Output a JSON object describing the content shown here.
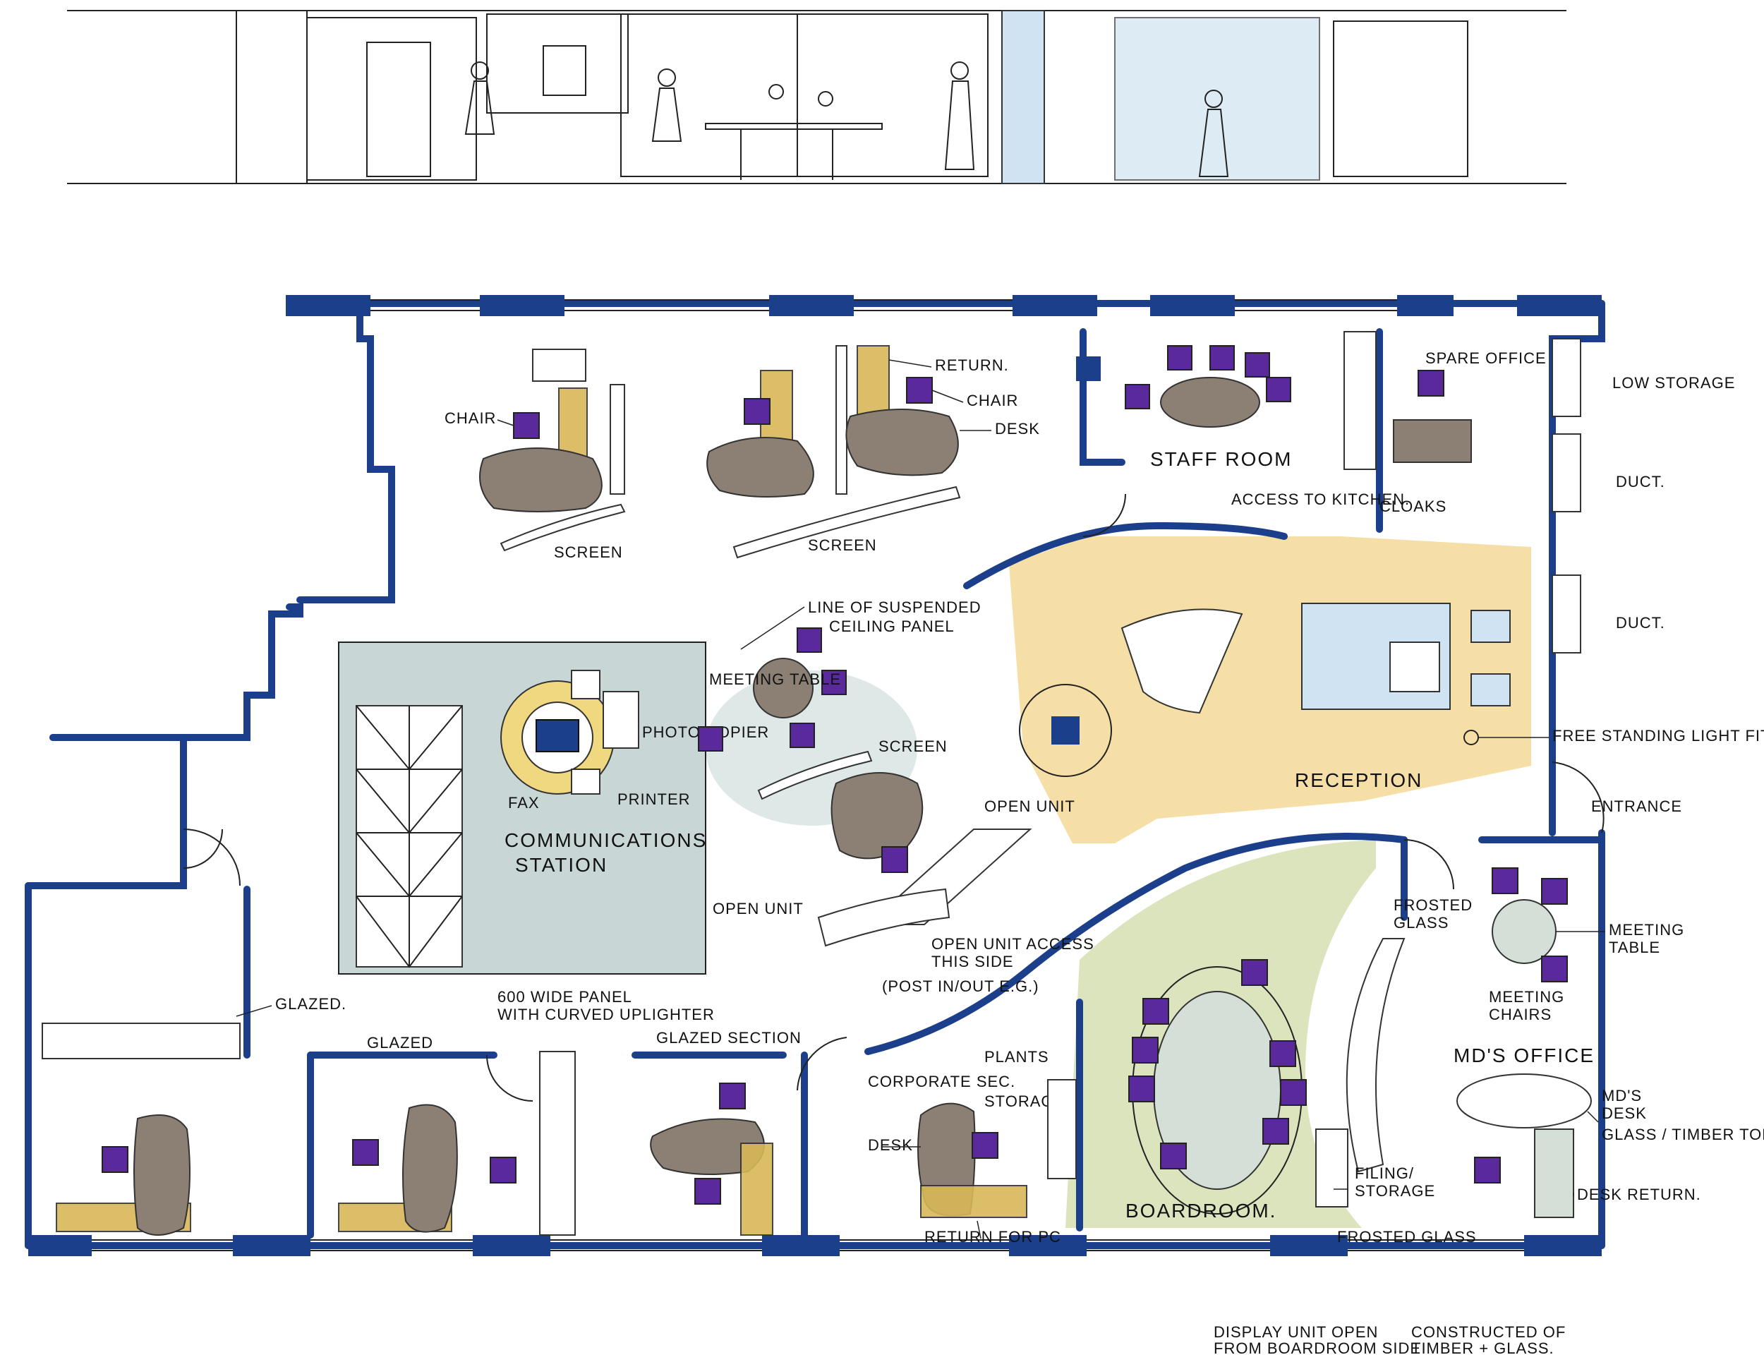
{
  "labels": {
    "chair_1": "CHAIR",
    "return_1": "RETURN.",
    "chair_2": "CHAIR",
    "desk_1": "DESK",
    "screen_1": "SCREEN",
    "screen_2": "SCREEN",
    "staff_room": "STAFF ROOM",
    "spare_office": "SPARE OFFICE",
    "low_storage": "LOW STORAGE",
    "access_kitchen": "ACCESS TO KITCHEN.",
    "cloaks": "CLOAKS",
    "duct_1": "DUCT.",
    "duct_2": "DUCT.",
    "suspended_1": "LINE OF SUSPENDED",
    "suspended_2": "CEILING PANEL",
    "meeting_table_1": "MEETING TABLE",
    "photo_copier": "PHOTO COPIER",
    "fax": "FAX",
    "printer": "PRINTER",
    "screen_3": "SCREEN",
    "comm_station_1": "COMMUNICATIONS",
    "comm_station_2": "STATION",
    "open_unit_1": "OPEN UNIT",
    "open_unit_2": "OPEN UNIT",
    "open_unit_access_1": "OPEN UNIT ACCESS",
    "open_unit_access_2": "THIS SIDE",
    "open_unit_access_3": "(POST IN/OUT E.G.)",
    "light_fitting": "FREE STANDING LIGHT FITTING",
    "reception": "RECEPTION",
    "entrance": "ENTRANCE",
    "frosted_glass_1": "FROSTED",
    "frosted_glass_2": "GLASS",
    "meeting_table_2a": "MEETING",
    "meeting_table_2b": "TABLE",
    "meeting_chairs_a": "MEETING",
    "meeting_chairs_b": "CHAIRS",
    "mds_office": "MD'S OFFICE",
    "mds_desk_a": "MD'S",
    "mds_desk_b": "DESK",
    "mds_desk_c": "GLASS / TIMBER TOP.",
    "desk_return": "DESK RETURN.",
    "glazed_1": "GLAZED.",
    "panel_1": "600 WIDE PANEL",
    "panel_2": "WITH CURVED UPLIGHTER",
    "glazed_2": "GLAZED",
    "glazed_section": "GLAZED SECTION",
    "corporate_sec": "CORPORATE SEC.",
    "plants": "PLANTS",
    "storage": "STORAGE",
    "desk_2": "DESK",
    "return_pc": "RETURN FOR PC",
    "boardroom": "BOARDROOM.",
    "filing_a": "FILING/",
    "filing_b": "STORAGE",
    "frosted_glass_3": "FROSTED GLASS",
    "display_a": "DISPLAY UNIT OPEN",
    "display_b": "FROM BOARDROOM SIDE",
    "constructed_a": "CONSTRUCTED OF",
    "constructed_b": "TIMBER + GLASS."
  },
  "colors": {
    "wall": "#1c3f8c",
    "desk": "#8c7f74",
    "chair": "#5a2a9c",
    "timber": "#d8b857",
    "reception_floor": "#f2d489",
    "comm_floor": "#9bb7b4",
    "boardroom_floor": "#c9d59b",
    "glass_tint": "#cfe3f2"
  }
}
